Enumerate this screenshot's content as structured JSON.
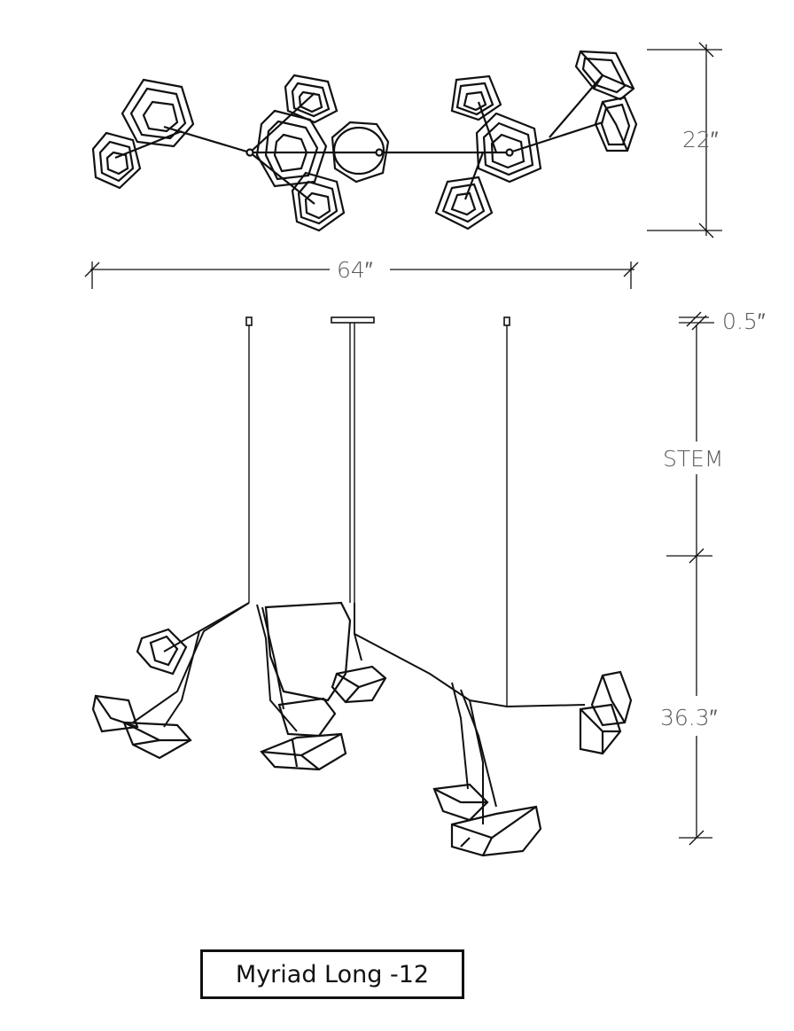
{
  "dimensions": {
    "depth": "22″",
    "width": "64″",
    "canopy": "0.5″",
    "stem": "STEM",
    "body_height": "36.3″"
  },
  "title": "Myriad Long -12",
  "colors": {
    "line": "#111111",
    "dimension_text": "#5a5a5a"
  }
}
